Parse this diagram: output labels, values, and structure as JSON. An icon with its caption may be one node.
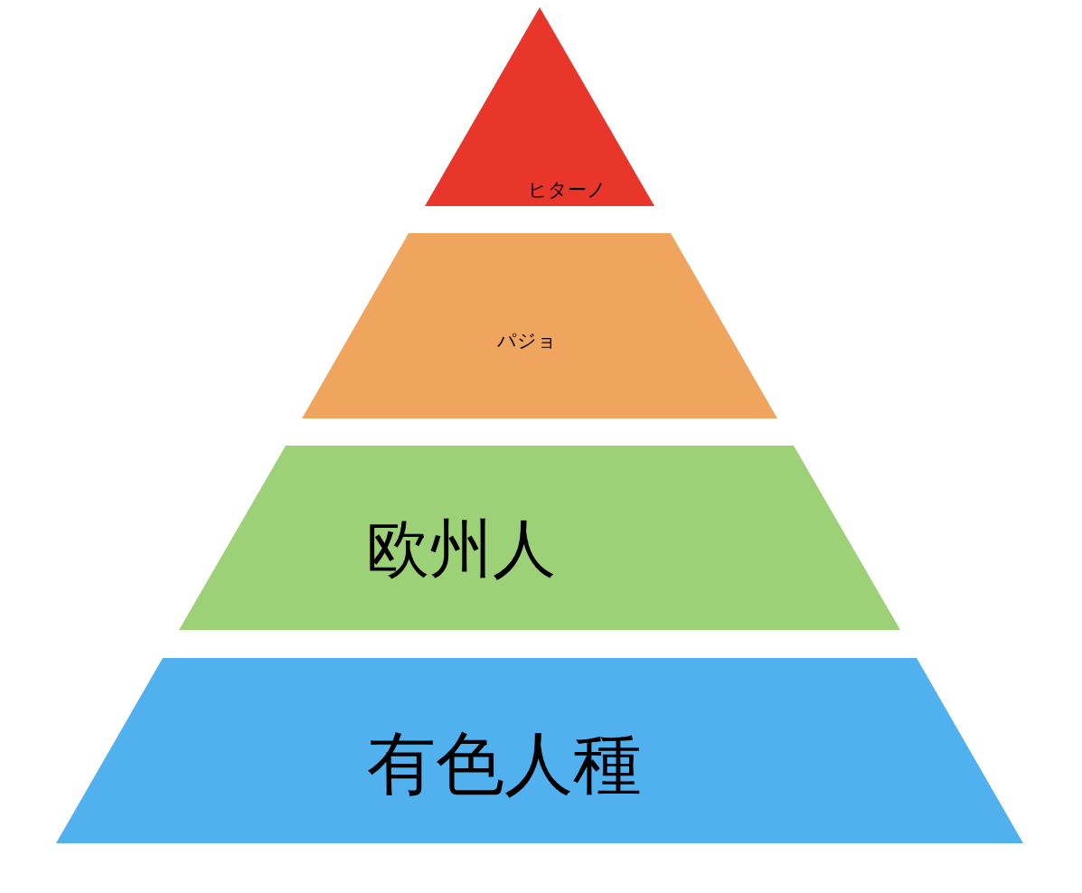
{
  "diagram": {
    "nodes": [
      {
        "text": [
          "ヒターノ"
        ]
      },
      {
        "text": [
          "パジョ"
        ]
      },
      {
        "text": [
          "欧州人"
        ]
      },
      {
        "text": [
          "有色人種"
        ]
      }
    ]
  }
}
